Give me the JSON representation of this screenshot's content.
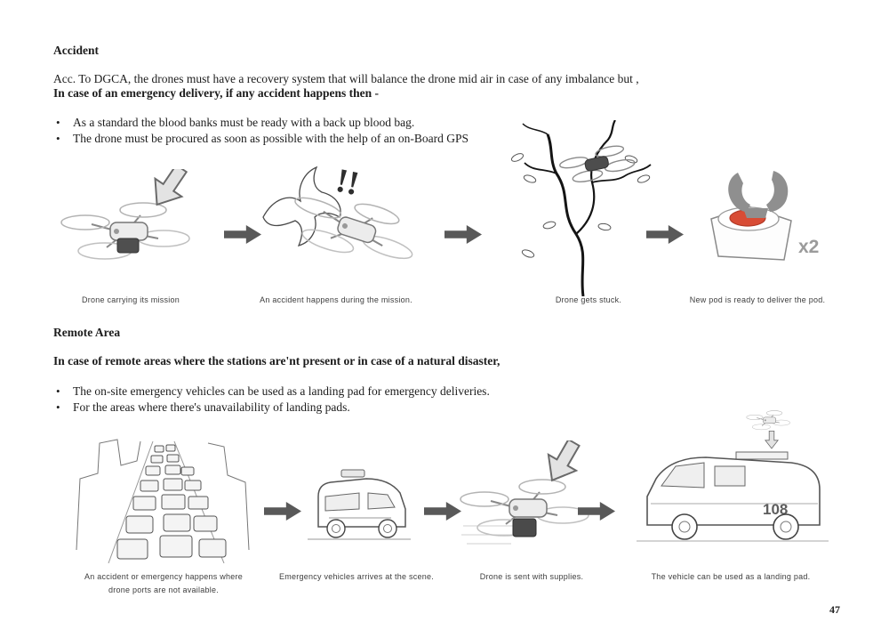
{
  "page": {
    "number": "47"
  },
  "accident": {
    "heading": "Accident",
    "para_line1": "Acc. To DGCA, the drones must have a recovery system that will balance the drone mid air in case of any imbalance but ,",
    "para_line2": "In case of an emergency delivery, if any accident happens then -",
    "bullets": [
      "As a standard the blood banks must be ready with a back up blood bag.",
      "The drone must be procured as soon as possible with the help of an on-Board GPS"
    ],
    "storyboard": {
      "captions": [
        "Drone carrying its mission",
        "An accident happens during the mission.",
        "Drone gets stuck.",
        "New pod is ready to deliver the pod."
      ],
      "alert_marks": "!!",
      "multiplier_label": "x2",
      "pod_color": "#d84c35",
      "arrow_color": "#595959"
    }
  },
  "remote": {
    "heading": "Remote Area",
    "intro": "In case of remote areas where the stations are'nt present or in case of a natural disaster,",
    "bullets": [
      "The on-site emergency vehicles can be used as a landing pad for emergency deliveries.",
      "For the areas where there's unavailability of landing pads."
    ],
    "storyboard": {
      "captions": [
        "An accident or emergency happens where\ndrone ports are not available.",
        "Emergency vehicles arrives at the scene.",
        "Drone is sent with supplies.",
        "The vehicle can be used as a landing pad."
      ],
      "vehicle_number": "108"
    }
  }
}
